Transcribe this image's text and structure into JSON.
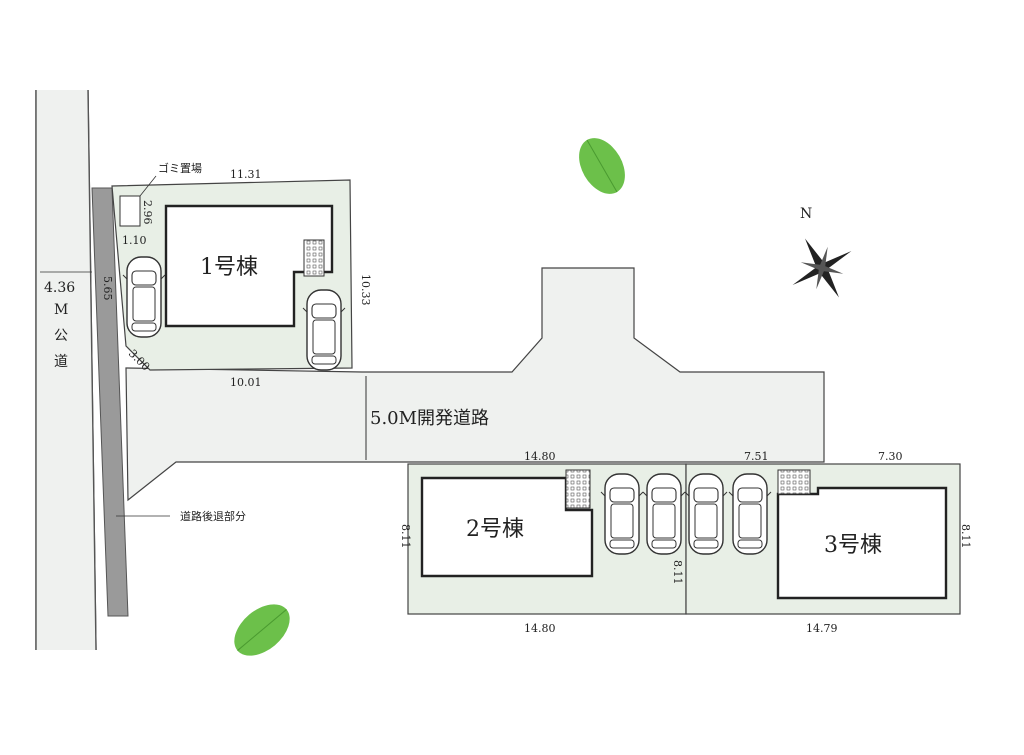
{
  "colors": {
    "lot_fill": "#e8efe6",
    "road_fill": "#eff1ef",
    "setback": "#9a9a9a",
    "building_stroke": "#222222",
    "leaf": "#6cc04a",
    "background": "#ffffff"
  },
  "labels": {
    "public_road_width": "4.36",
    "public_road_m": "M",
    "public_road_kou": "公",
    "public_road_dou": "道",
    "dev_road": "5.0M開発道路",
    "setback_note": "道路後退部分",
    "garbage": "ゴミ置場",
    "compass_n": "N"
  },
  "buildings": {
    "b1": "1号棟",
    "b2": "2号棟",
    "b3": "3号棟"
  },
  "dims": {
    "lot1_top": "11.31",
    "lot1_right": "10.33",
    "lot1_bottom": "10.01",
    "lot1_corner": "3.00",
    "lot1_left": "5.65",
    "garbage_h": "2.96",
    "garbage_w": "1.10",
    "lot2_top": "14.80",
    "lot2_bottom": "14.80",
    "lot2_left": "8.11",
    "lot2_right": "8.11",
    "lot3_top_a": "7.51",
    "lot3_top_b": "7.30",
    "lot3_bottom": "14.79",
    "lot3_right": "8.11"
  },
  "icons": {
    "car": "car-icon",
    "stairs": "stairs-icon",
    "leaf": "leaf-icon",
    "compass": "compass-rose-icon"
  }
}
